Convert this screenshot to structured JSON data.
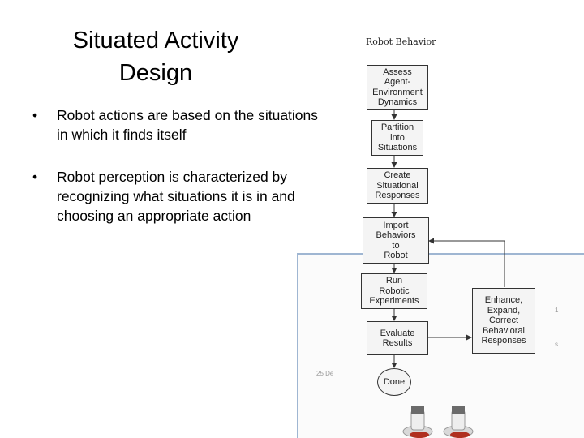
{
  "slide": {
    "title_line1": "Situated Activity",
    "title_line2": "Design",
    "bullets": [
      "Robot actions are based on the situations in which it finds itself",
      "Robot perception is characterized by recognizing what situations it is in and choosing an appropriate action"
    ],
    "bullet_symbol": "•"
  },
  "diagram": {
    "title": "Robot Behavior",
    "steps": [
      "Assess\nAgent-\nEnvironment\nDynamics",
      "Partition\ninto\nSituations",
      "Create\nSituational\nResponses",
      "Import\nBehaviors\nto\nRobot",
      "Run\nRobotic\nExperiments",
      "Evaluate\nResults"
    ],
    "feedback_box": "Enhance,\nExpand,\nCorrect\nBehavioral\nResponses",
    "end_label": "Done"
  },
  "margin_notes": {
    "left_code": "25 De",
    "right_a": "1",
    "right_b": "s"
  },
  "colors": {
    "frame_border": "#9fb6d2",
    "box_fill": "#f4f4f4",
    "line": "#333333"
  }
}
